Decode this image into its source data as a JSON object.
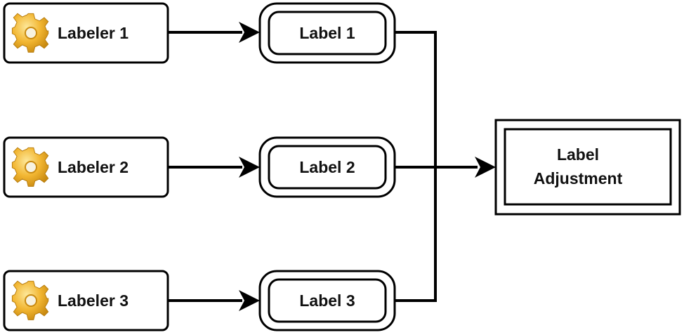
{
  "diagram": {
    "labelers": [
      {
        "label": "Labeler 1",
        "icon": "gear-icon"
      },
      {
        "label": "Labeler 2",
        "icon": "gear-icon"
      },
      {
        "label": "Labeler 3",
        "icon": "gear-icon"
      }
    ],
    "labels": [
      {
        "label": "Label 1"
      },
      {
        "label": "Label 2"
      },
      {
        "label": "Label 3"
      }
    ],
    "adjustment": {
      "line1": "Label",
      "line2": "Adjustment"
    },
    "colors": {
      "stroke": "#000000",
      "gear_light": "#fbd96a",
      "gear_mid": "#f2b632",
      "gear_dark": "#c98a10"
    }
  }
}
